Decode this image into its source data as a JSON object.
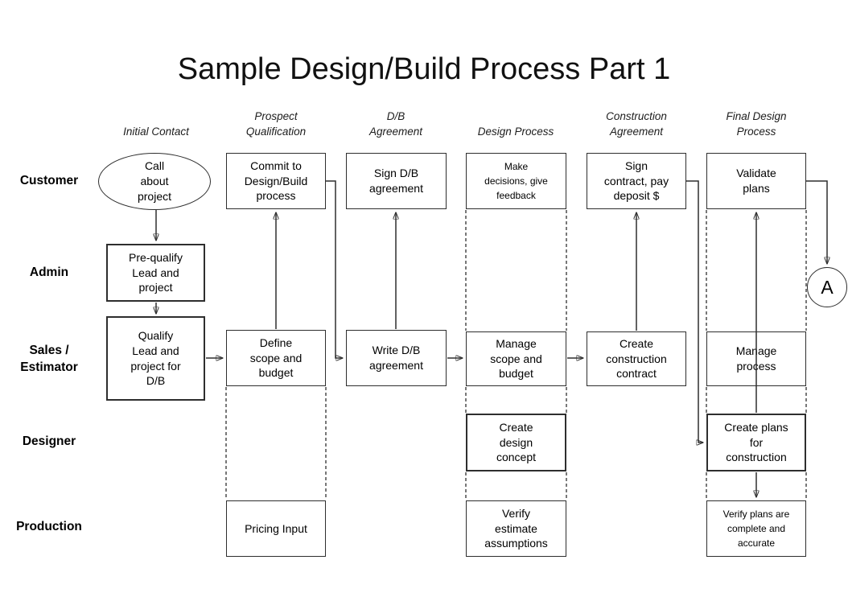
{
  "title": "Sample Design/Build Process Part 1",
  "phase_headers": [
    {
      "label": "Initial Contact"
    },
    {
      "label": "Prospect\nQualification"
    },
    {
      "label": "D/B\nAgreement"
    },
    {
      "label": "Design Process"
    },
    {
      "label": "Construction\nAgreement"
    },
    {
      "label": "Final Design\nProcess"
    }
  ],
  "lane_labels": [
    {
      "label": "Customer"
    },
    {
      "label": "Admin"
    },
    {
      "label": "Sales /\nEstimator"
    },
    {
      "label": "Designer"
    },
    {
      "label": "Production"
    }
  ],
  "nodes": {
    "call_about_project": {
      "label": "Call\nabout\nproject",
      "shape": "ellipse",
      "lane": "Customer",
      "phase": "Initial Contact"
    },
    "commit_to_db": {
      "label": "Commit to\nDesign/Build\nprocess",
      "lane": "Customer",
      "phase": "Prospect Qualification"
    },
    "sign_db_agreement": {
      "label": "Sign D/B\nagreement",
      "lane": "Customer",
      "phase": "D/B Agreement"
    },
    "make_decisions": {
      "label": "Make\ndecisions,  give\nfeedback",
      "lane": "Customer",
      "phase": "Design Process"
    },
    "sign_contract": {
      "label": "Sign\ncontract, pay\ndeposit $",
      "lane": "Customer",
      "phase": "Construction Agreement"
    },
    "validate_plans": {
      "label": "Validate\nplans",
      "lane": "Customer",
      "phase": "Final Design Process"
    },
    "prequalify_lead": {
      "label": "Pre-qualify\nLead and\nproject",
      "lane": "Admin",
      "phase": "Initial Contact"
    },
    "qualify_lead": {
      "label": "Qualify\nLead and\nproject for\nD/B",
      "lane": "Sales / Estimator",
      "phase": "Initial Contact"
    },
    "define_scope": {
      "label": "Define\nscope and\nbudget",
      "lane": "Sales / Estimator",
      "phase": "Prospect Qualification"
    },
    "write_db_agreement": {
      "label": "Write D/B\nagreement",
      "lane": "Sales / Estimator",
      "phase": "D/B Agreement"
    },
    "manage_scope": {
      "label": "Manage\nscope and\nbudget",
      "lane": "Sales / Estimator",
      "phase": "Design Process"
    },
    "create_construction_contract": {
      "label": "Create\nconstruction\ncontract",
      "lane": "Sales / Estimator",
      "phase": "Construction Agreement"
    },
    "manage_process": {
      "label": "Manage\nprocess",
      "lane": "Sales / Estimator",
      "phase": "Final Design Process"
    },
    "create_design_concept": {
      "label": "Create\ndesign\nconcept",
      "lane": "Designer",
      "phase": "Design Process"
    },
    "create_plans": {
      "label": "Create plans\nfor\nconstruction",
      "lane": "Designer",
      "phase": "Final Design Process"
    },
    "pricing_input": {
      "label": "Pricing Input",
      "lane": "Production",
      "phase": "Prospect Qualification"
    },
    "verify_estimate": {
      "label": "Verify\nestimate\nassumptions",
      "lane": "Production",
      "phase": "Design Process"
    },
    "verify_plans": {
      "label": "Verify plans  are\ncomplete and\naccurate",
      "lane": "Production",
      "phase": "Final Design Process"
    }
  },
  "offpage_connector": {
    "label": "A"
  },
  "colors": {
    "background": "#ffffff",
    "line": "#2f2f2f",
    "box_border": "#2e2e2e",
    "text": "#000000"
  }
}
